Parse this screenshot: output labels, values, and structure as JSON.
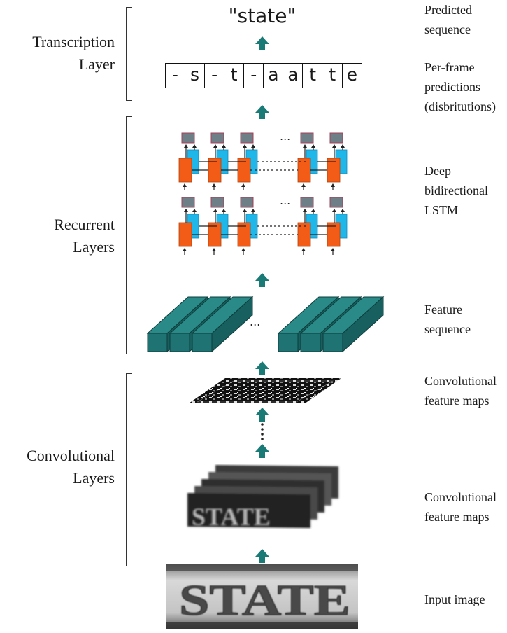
{
  "groups": {
    "transcription": [
      "Transcription",
      "Layer"
    ],
    "recurrent": [
      "Recurrent",
      "Layers"
    ],
    "convolutional": [
      "Convolutional",
      "Layers"
    ]
  },
  "predicted_sequence": "\"state\"",
  "per_frame_predictions": [
    "-",
    "s",
    "-",
    "t",
    "-",
    "a",
    "a",
    "t",
    "t",
    "e"
  ],
  "ellipsis": "...",
  "descriptions": {
    "predicted": [
      "Predicted",
      "sequence"
    ],
    "per_frame": [
      "Per-frame",
      "predictions",
      "(disbritutions)"
    ],
    "lstm": [
      "Deep",
      "bidirectional",
      "LSTM"
    ],
    "feature_seq": [
      "Feature",
      "sequence"
    ],
    "conv_maps_top": [
      "Convolutional",
      "feature maps"
    ],
    "conv_maps_bottom": [
      "Convolutional",
      "feature maps"
    ],
    "input": [
      "Input image"
    ]
  },
  "image_text": "STATE",
  "colors": {
    "arrow": "#1a7a76",
    "feature_prism": "#1f7473",
    "lstm_cell": "#f25c16",
    "lstm_backward": "#1fb6ea",
    "lstm_output": "#6f7f87"
  }
}
